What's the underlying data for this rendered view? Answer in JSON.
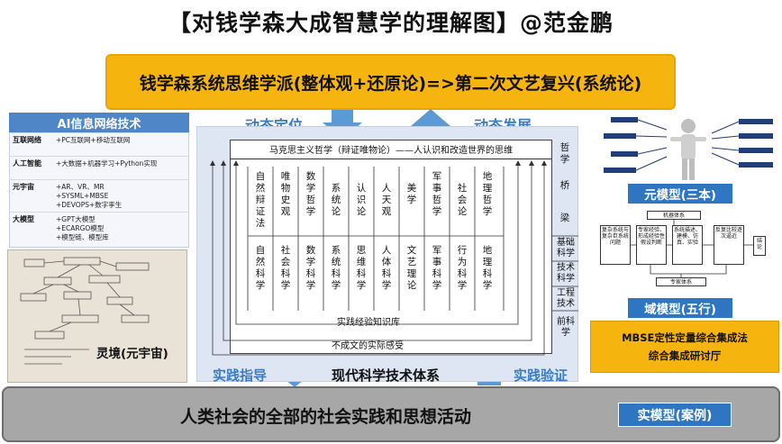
{
  "title": "【对钱学森大成智慧学的理解图】@范金鹏",
  "banner": "钱学森系统思维学派(整体观+还原论)=>第二次文艺复兴(系统论)",
  "arrows": {
    "dynamic_position": "动态定位",
    "dynamic_development": "动态发展",
    "practice_guidance": "实践指导",
    "practice_verification": "实践验证",
    "modern_system": "现代科学技术体系"
  },
  "bottom": {
    "text": "人类社会的全部的社会实践和思想活动",
    "case_badge": "实模型(案例)"
  },
  "ai_box": {
    "header": "AI信息网络技术",
    "rows": [
      {
        "key": "互联网络",
        "vals": [
          "+PC互联网+移动互联网"
        ]
      },
      {
        "key": "人工智能",
        "vals": [
          "+大数据+机器学习+Python实现"
        ]
      },
      {
        "key": "元宇宙",
        "vals": [
          "+AR、VR、MR",
          "+SYSML+MBSE",
          "+DEVOPS+数字孪生"
        ]
      },
      {
        "key": "大模型",
        "vals": [
          "+GPT大模型",
          "+ECARGO模型",
          "+模型链、模型库"
        ]
      }
    ]
  },
  "sketch_label": "灵境(元宇宙)",
  "diagram": {
    "philosophy": "马克思主义哲学（辩证唯物论）——人认识和改造世界的思维",
    "top_row": [
      "自然辩证法",
      "唯物史观",
      "数学哲学",
      "系统论",
      "认识论",
      "人天观",
      "美学",
      "军事哲学",
      "社会论",
      "地理哲学"
    ],
    "bottom_row": [
      "自然科学",
      "社会科学",
      "数学科学",
      "系统科学",
      "思维科学",
      "人体科学",
      "文艺理论",
      "军事科学",
      "行为科学",
      "地理科学"
    ],
    "experience": "实践经验知识库",
    "feeling": "不成文的实际感受",
    "right_labels": [
      "哲学",
      "桥",
      "梁",
      "基础科学",
      "技术科学",
      "工程技术",
      "前科学"
    ]
  },
  "right": {
    "meta_label": "元模型(三本)",
    "domain_label": "域模型(五行)",
    "mbse_line1": "MBSE定性定量综合集成法",
    "mbse_line2": "综合集成研讨厅",
    "domain_boxes": [
      "复杂系统与复杂巨系统问题",
      "专家经验、形成经验性假设判断",
      "系统描述、建模、仿真、实验",
      "反复比较逐次逼近",
      "结论"
    ],
    "domain_top": "机器体系",
    "domain_bottom": "专家体系"
  },
  "colors": {
    "accent_blue": "#2f76c2",
    "arrow_blue": "#5b9bd5",
    "banner_yellow": "#f6b40e",
    "bottom_gray": "#a7a7a7"
  }
}
